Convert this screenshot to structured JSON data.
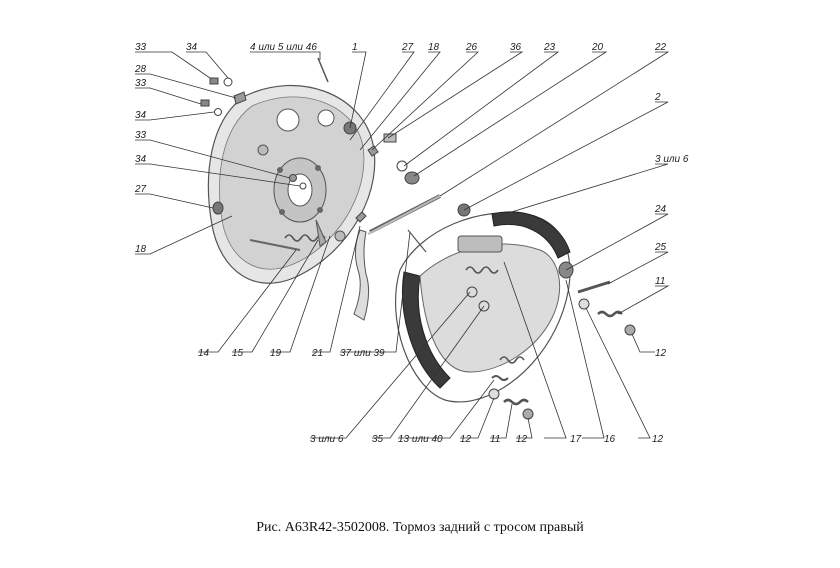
{
  "caption": "Рис. А63R42-3502008. Тормоз задний с тросом правый",
  "callouts": {
    "c33a": "33",
    "c34a": "34",
    "c4or5or46": "4 или 5 или 46",
    "c1": "1",
    "c27a": "27",
    "c18a": "18",
    "c26": "26",
    "c36": "36",
    "c23": "23",
    "c20": "20",
    "c22": "22",
    "c28": "28",
    "c33b": "33",
    "c34b": "34",
    "c33c": "33",
    "c34c": "34",
    "c2": "2",
    "c3or6a": "3 или 6",
    "c27b": "27",
    "c18b": "18",
    "c24": "24",
    "c25": "25",
    "c11a": "11",
    "c12a": "12",
    "c14": "14",
    "c15": "15",
    "c19": "19",
    "c21": "21",
    "c37or39": "37 или 39",
    "c3or6b": "3 или 6",
    "c35": "35",
    "c13or40": "13 или 40",
    "c12b": "12",
    "c11b": "11",
    "c12c": "12",
    "c17": "17",
    "c16": "16",
    "c12d": "12"
  }
}
